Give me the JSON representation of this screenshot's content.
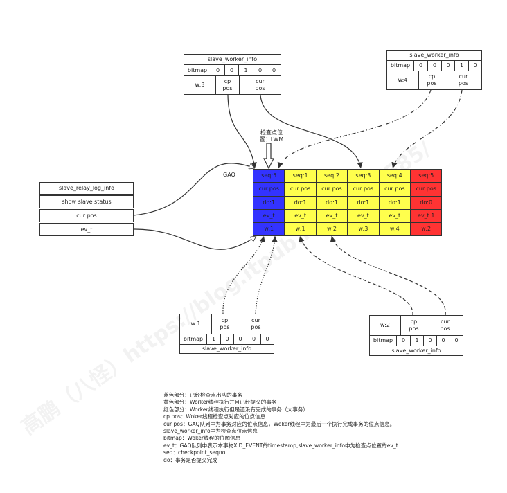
{
  "colors": {
    "done": "#3333ff",
    "committed": "#ffff4d",
    "running": "#ff3333"
  },
  "watermark": "高鹏（八怪）https://blog.itpub.net/7728585/",
  "worker_top_left": {
    "title": "slave_worker_info",
    "bitmap_label": "bitmap",
    "bitmap": [
      "0",
      "0",
      "1",
      "0",
      "0"
    ],
    "worker": "w:3",
    "cp_pos": "cp pos",
    "cur_pos": "cur pos"
  },
  "worker_top_right": {
    "title": "slave_worker_info",
    "bitmap_label": "bitmap",
    "bitmap": [
      "0",
      "0",
      "0",
      "1",
      "0"
    ],
    "worker": "w:4",
    "cp_pos": "cp pos",
    "cur_pos": "cur pos"
  },
  "worker_bottom_left": {
    "title": "slave_worker_info",
    "bitmap_label": "bitmap",
    "bitmap": [
      "1",
      "0",
      "0",
      "0",
      "0"
    ],
    "worker": "w:1",
    "cp_pos": "cp pos",
    "cur_pos": "cur pos"
  },
  "worker_bottom_right": {
    "title": "slave_worker_info",
    "bitmap_label": "bitmap",
    "bitmap": [
      "0",
      "1",
      "0",
      "0",
      "0"
    ],
    "worker": "w:2",
    "cp_pos": "cp pos",
    "cur_pos": "cur pos"
  },
  "relay_log_info": [
    "slave_relay_log_info",
    "show slave status",
    "cur pos",
    "ev_t"
  ],
  "gaq_label": "GAQ",
  "checkpoint_label": "检查点位置：LWM",
  "gaq": [
    {
      "state": "blue",
      "cells": [
        "seq:5",
        "cur pos",
        "do:1",
        "ev_t",
        "w:1"
      ]
    },
    {
      "state": "yellow",
      "cells": [
        "seq:1",
        "cur pos",
        "do:1",
        "ev_t",
        "w:1"
      ]
    },
    {
      "state": "yellow",
      "cells": [
        "seq:2",
        "cur pos",
        "do:1",
        "ev_t",
        "w:2"
      ]
    },
    {
      "state": "yellow",
      "cells": [
        "seq:3",
        "cur pos",
        "do:1",
        "ev_t",
        "w:3"
      ]
    },
    {
      "state": "yellow",
      "cells": [
        "seq:4",
        "cur pos",
        "do:1",
        "ev_t",
        "w:4"
      ]
    },
    {
      "state": "red",
      "cells": [
        "seq:5",
        "cur pos",
        "do:0",
        "ev_t:1",
        "w:2"
      ]
    }
  ],
  "legend": [
    "蓝色部分：已经检查点出队的事务",
    "黄色部分：Worker线程执行并且已经提交的事务",
    "红色部分：Worker线程执行但是还没有完成的事务（大事务）",
    "cp pos：Woker线程检查点对应的位点信息",
    "cur pos：GAQ队列中为事务对应的位点信息，Woker线程中为最后一个执行完成事务的位点信息。",
    "slave_worker_info中为检查点位点信息",
    "bitmap：Woker线程的位图信息",
    "ev_t：GAQ队列中表示本事物XID_EVENT的timestamp,slave_worker_info中为检查点位置的ev_t",
    "seq：checkpoint_seqno",
    "do：事务是否提交完成"
  ]
}
